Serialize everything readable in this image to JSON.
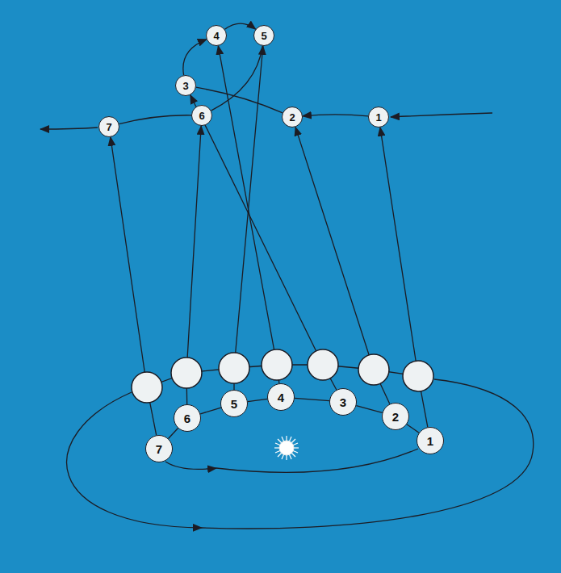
{
  "diagram": {
    "nodes": [
      {
        "text": [
          "1"
        ]
      },
      {
        "text": [
          "2"
        ]
      },
      {
        "text": [
          "3"
        ]
      },
      {
        "text": [
          "4"
        ]
      },
      {
        "text": [
          "5"
        ]
      },
      {
        "text": [
          "6"
        ]
      },
      {
        "text": [
          "7"
        ]
      },
      {
        "text": [
          "1"
        ]
      },
      {
        "text": [
          "2"
        ]
      },
      {
        "text": [
          "3"
        ]
      },
      {
        "text": [
          "4"
        ]
      },
      {
        "text": [
          "5"
        ]
      },
      {
        "text": [
          "6"
        ]
      },
      {
        "text": [
          "7"
        ]
      }
    ],
    "edges": [
      {
        "from": 7,
        "to": 0,
        "arrow": "to"
      },
      {
        "from": 8,
        "to": 1,
        "arrow": "to"
      },
      {
        "from": 9,
        "to": 2,
        "arrow": "to"
      },
      {
        "from": 10,
        "to": 3,
        "arrow": "to"
      },
      {
        "from": 11,
        "to": 4,
        "arrow": "to"
      },
      {
        "from": 12,
        "to": 5,
        "arrow": "to"
      },
      {
        "from": 13,
        "to": 6,
        "arrow": "to"
      },
      {
        "from": 0,
        "to": 1,
        "arrow": "to"
      },
      {
        "from": 1,
        "to": 2,
        "arrow": "none"
      },
      {
        "from": 2,
        "to": 3,
        "arrow": "to"
      },
      {
        "from": 3,
        "to": 4,
        "arrow": "to"
      },
      {
        "from": 4,
        "to": 5,
        "arrow": "none"
      },
      {
        "from": 5,
        "to": 6,
        "arrow": "none"
      },
      {
        "from": 7,
        "to": 8,
        "arrow": "none"
      },
      {
        "from": 8,
        "to": 9,
        "arrow": "none"
      },
      {
        "from": 9,
        "to": 10,
        "arrow": "none"
      },
      {
        "from": 10,
        "to": 11,
        "arrow": "none"
      },
      {
        "from": 11,
        "to": 12,
        "arrow": "none"
      },
      {
        "from": 12,
        "to": 13,
        "arrow": "none"
      }
    ]
  }
}
